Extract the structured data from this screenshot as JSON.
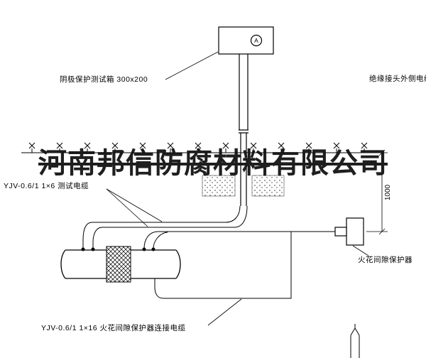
{
  "colors": {
    "line": "#000000",
    "background": "#ffffff"
  },
  "watermark": {
    "text": "河南邦信防腐材料有限公司"
  },
  "labels": {
    "test_box": "阴极保护测试箱 300x200",
    "outer_cable": "绝缘接头外侧电缆",
    "test_cable": "YJV-0.6/1 1×6 测试电缆",
    "spark_protector": "火花间隙保护器",
    "protector_cable": "YJV-0.6/1 1×16 火花间隙保护器连接电缆",
    "dim_1000": "1000",
    "meter": "A"
  }
}
